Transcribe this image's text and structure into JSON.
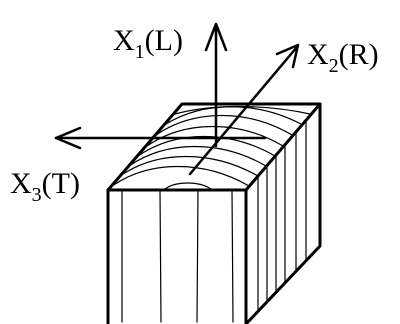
{
  "axes": {
    "x1": {
      "letter": "X",
      "subscript": "1",
      "suffix": "(L)"
    },
    "x2": {
      "letter": "X",
      "subscript": "2",
      "suffix": "(R)"
    },
    "x3": {
      "letter": "X",
      "subscript": "3",
      "suffix": "(T)"
    }
  }
}
